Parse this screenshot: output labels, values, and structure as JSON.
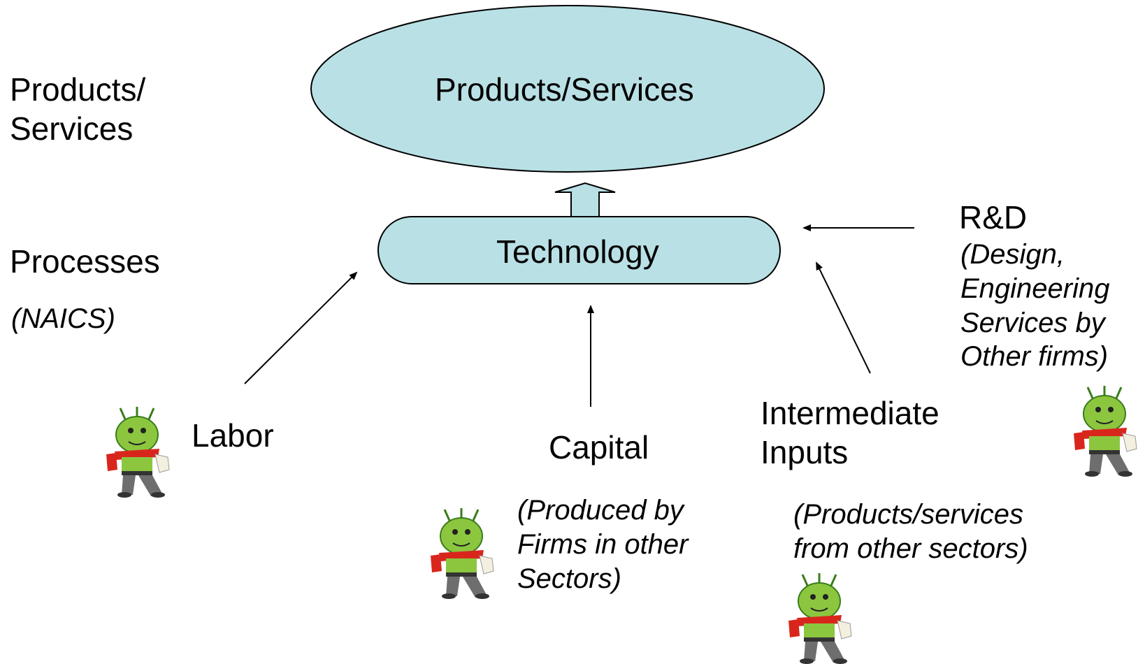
{
  "left_labels": {
    "products": [
      "Products/",
      "Services"
    ],
    "processes": "Processes",
    "naics": "(NAICS)"
  },
  "nodes": {
    "products_services": "Products/Services",
    "technology": "Technology"
  },
  "inputs": {
    "labor": "Labor",
    "capital": "Capital",
    "capital_note": [
      "(Produced by",
      "Firms in other",
      "Sectors)"
    ],
    "intermediate": [
      "Intermediate",
      "Inputs"
    ],
    "intermediate_note": [
      "(Products/services",
      "from other sectors)"
    ],
    "rd": "R&D",
    "rd_note": [
      "(Design,",
      "Engineering",
      "Services by",
      "Other firms)"
    ]
  },
  "colors": {
    "node_fill": "#b9e0e5",
    "stroke": "#000000",
    "mascot_body": "#8cc63f",
    "mascot_scarf": "#d9261c",
    "mascot_pants": "#6e6e6e"
  },
  "icons": [
    "alien-mascot-icon"
  ]
}
